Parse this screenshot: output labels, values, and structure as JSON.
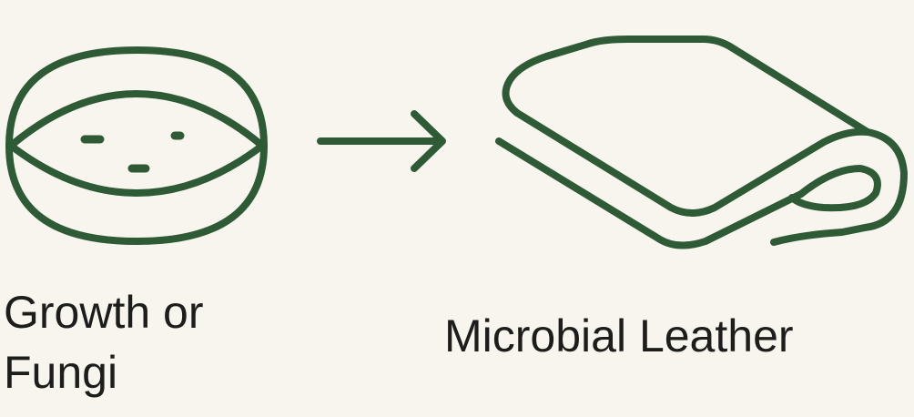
{
  "colors": {
    "stroke": "#2f5a36",
    "background": "#f8f5ef",
    "text": "#1d1d1b"
  },
  "steps": [
    {
      "icon": "petri-dish-icon",
      "label_lines": [
        "Growth or",
        "Fungi"
      ]
    },
    {
      "icon": "leather-sheet-icon",
      "label_lines": [
        "Microbial Leather"
      ]
    }
  ],
  "connector": {
    "icon": "arrow-right-icon"
  }
}
